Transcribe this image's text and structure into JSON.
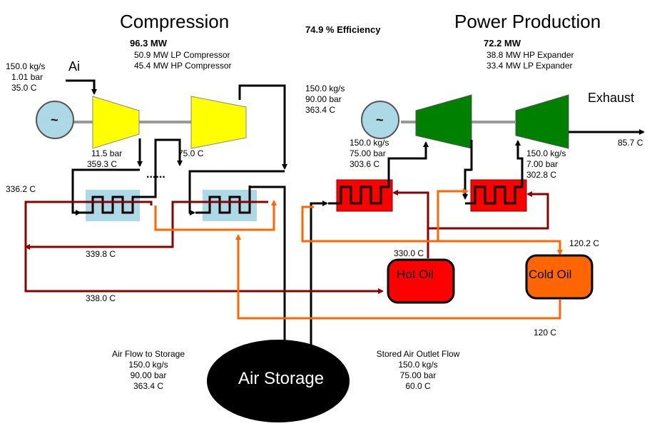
{
  "compression": {
    "title": "Compression",
    "total_power": "96.3  MW",
    "lp_compressor": "50.9 MW LP Compressor",
    "hp_compressor": "45.4 MW HP Compressor"
  },
  "efficiency": "74.9 % Efficiency",
  "power_production": {
    "title": "Power Production",
    "total_power": "72.2  MW",
    "hp_expander": "38.8 MW HP Expander",
    "lp_expander": "33.4 MW LP Expander"
  },
  "inlet": {
    "label": "Ai",
    "flow": "150.0 kg/s",
    "pressure": "1.01 bar",
    "temp": "35.0 C"
  },
  "lp_outlet": {
    "pressure": "11.5 bar",
    "temp": "359.3 C"
  },
  "hp_inlet_temp": "75.0 C",
  "storage_inlet_top": {
    "flow": "150.0 kg/s",
    "pressure": "90.00 bar",
    "temp": "363.4 C"
  },
  "hp_expander_inlet": {
    "flow": "150.0 kg/s",
    "pressure": "75.00 bar",
    "temp": "303.6 C"
  },
  "lp_expander_inlet": {
    "flow": "150.0 kg/s",
    "pressure": "7.00 bar",
    "temp": "302.8 C"
  },
  "exhaust": {
    "label": "Exhaust",
    "temp": "85.7 C"
  },
  "oil_temps": {
    "t_336_2": "336.2 C",
    "t_339_8": "339.8 C",
    "t_338_0": "338.0 C",
    "t_330_0": "330.0 C",
    "t_120_2": "120.2 C",
    "t_120": "120 C"
  },
  "hot_oil": "Hot Oil",
  "cold_oil": "Cold Oil",
  "air_storage": "Air Storage",
  "generator_symbol": "~",
  "ellipsis": "......",
  "flow_to_storage": {
    "title": "Air Flow to Storage",
    "flow": "150.0 kg/s",
    "pressure": "90.00 bar",
    "temp": "363.4 C"
  },
  "stored_outlet": {
    "title": "Stored Air Outlet Flow",
    "flow": "150.0 kg/s",
    "pressure": "75.00 bar",
    "temp": "60.0 C"
  },
  "colors": {
    "compressor": "#ffff00",
    "expander": "#008000",
    "intercooler": "#add8e6",
    "heater": "#ff0000",
    "hot_oil": "#ff0000",
    "cold_oil": "#ff6600",
    "hot_line": "#8b0000",
    "cold_line": "#ff6600",
    "air_line": "#000000",
    "generator": "#add8e6",
    "shaft": "#999999"
  }
}
